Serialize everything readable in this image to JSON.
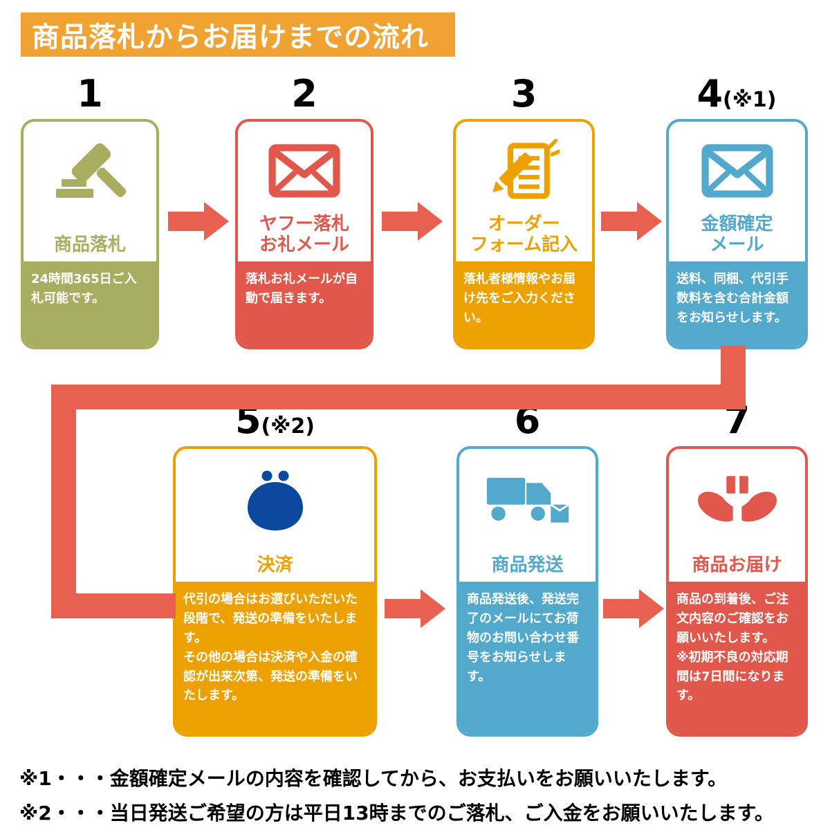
{
  "title": "商品落札からお届けまでの流れ",
  "colors": {
    "banner": "#F0A233",
    "olive": "#A8AD60",
    "red": "#E2574C",
    "orange": "#EDA101",
    "blue": "#52A9CC",
    "navy": "#0B48A0",
    "arrow": "#E8604F"
  },
  "steps": [
    {
      "number": "1",
      "suffix": "",
      "title": "商品落札",
      "body": "24時間365日ご入札可能です。",
      "icon": "gavel-icon"
    },
    {
      "number": "2",
      "suffix": "",
      "title": "ヤフー落札\nお礼メール",
      "body": "落札お礼メールが自動で届きます。",
      "icon": "mail-icon"
    },
    {
      "number": "3",
      "suffix": "",
      "title": "オーダー\nフォーム記入",
      "body": "落札者様情報やお届け先をご入力ください。",
      "icon": "form-pencil-icon"
    },
    {
      "number": "4",
      "suffix": "(※1)",
      "title": "金額確定\nメール",
      "body": "送料、同梱、代引手数料を含む合計金額をお知らせします。",
      "icon": "mail-icon"
    },
    {
      "number": "5",
      "suffix": "(※2)",
      "title": "決済",
      "body": "代引の場合はお選びいただいた段階で、発送の準備をいたします。\nその他の場合は決済や入金の確認が出来次第、発送の準備をいたします。",
      "icon": "purse-icon"
    },
    {
      "number": "6",
      "suffix": "",
      "title": "商品発送",
      "body": "商品発送後、発送完了のメールにてお荷物のお問い合わせ番号をお知らせします。",
      "icon": "truck-icon"
    },
    {
      "number": "7",
      "suffix": "",
      "title": "商品お届け",
      "body": "商品の到着後、ご注文内容のご確認をお願いいたします。\n※初期不良の対応期間は7日間になります。",
      "icon": "hands-box-icon"
    }
  ],
  "notes": [
    "※1・・・金額確定メールの内容を確認してから、お支払いをお願いいたします。",
    "※2・・・当日発送ご希望の方は平日13時までのご落札、ご入金をお願いいたします。"
  ]
}
